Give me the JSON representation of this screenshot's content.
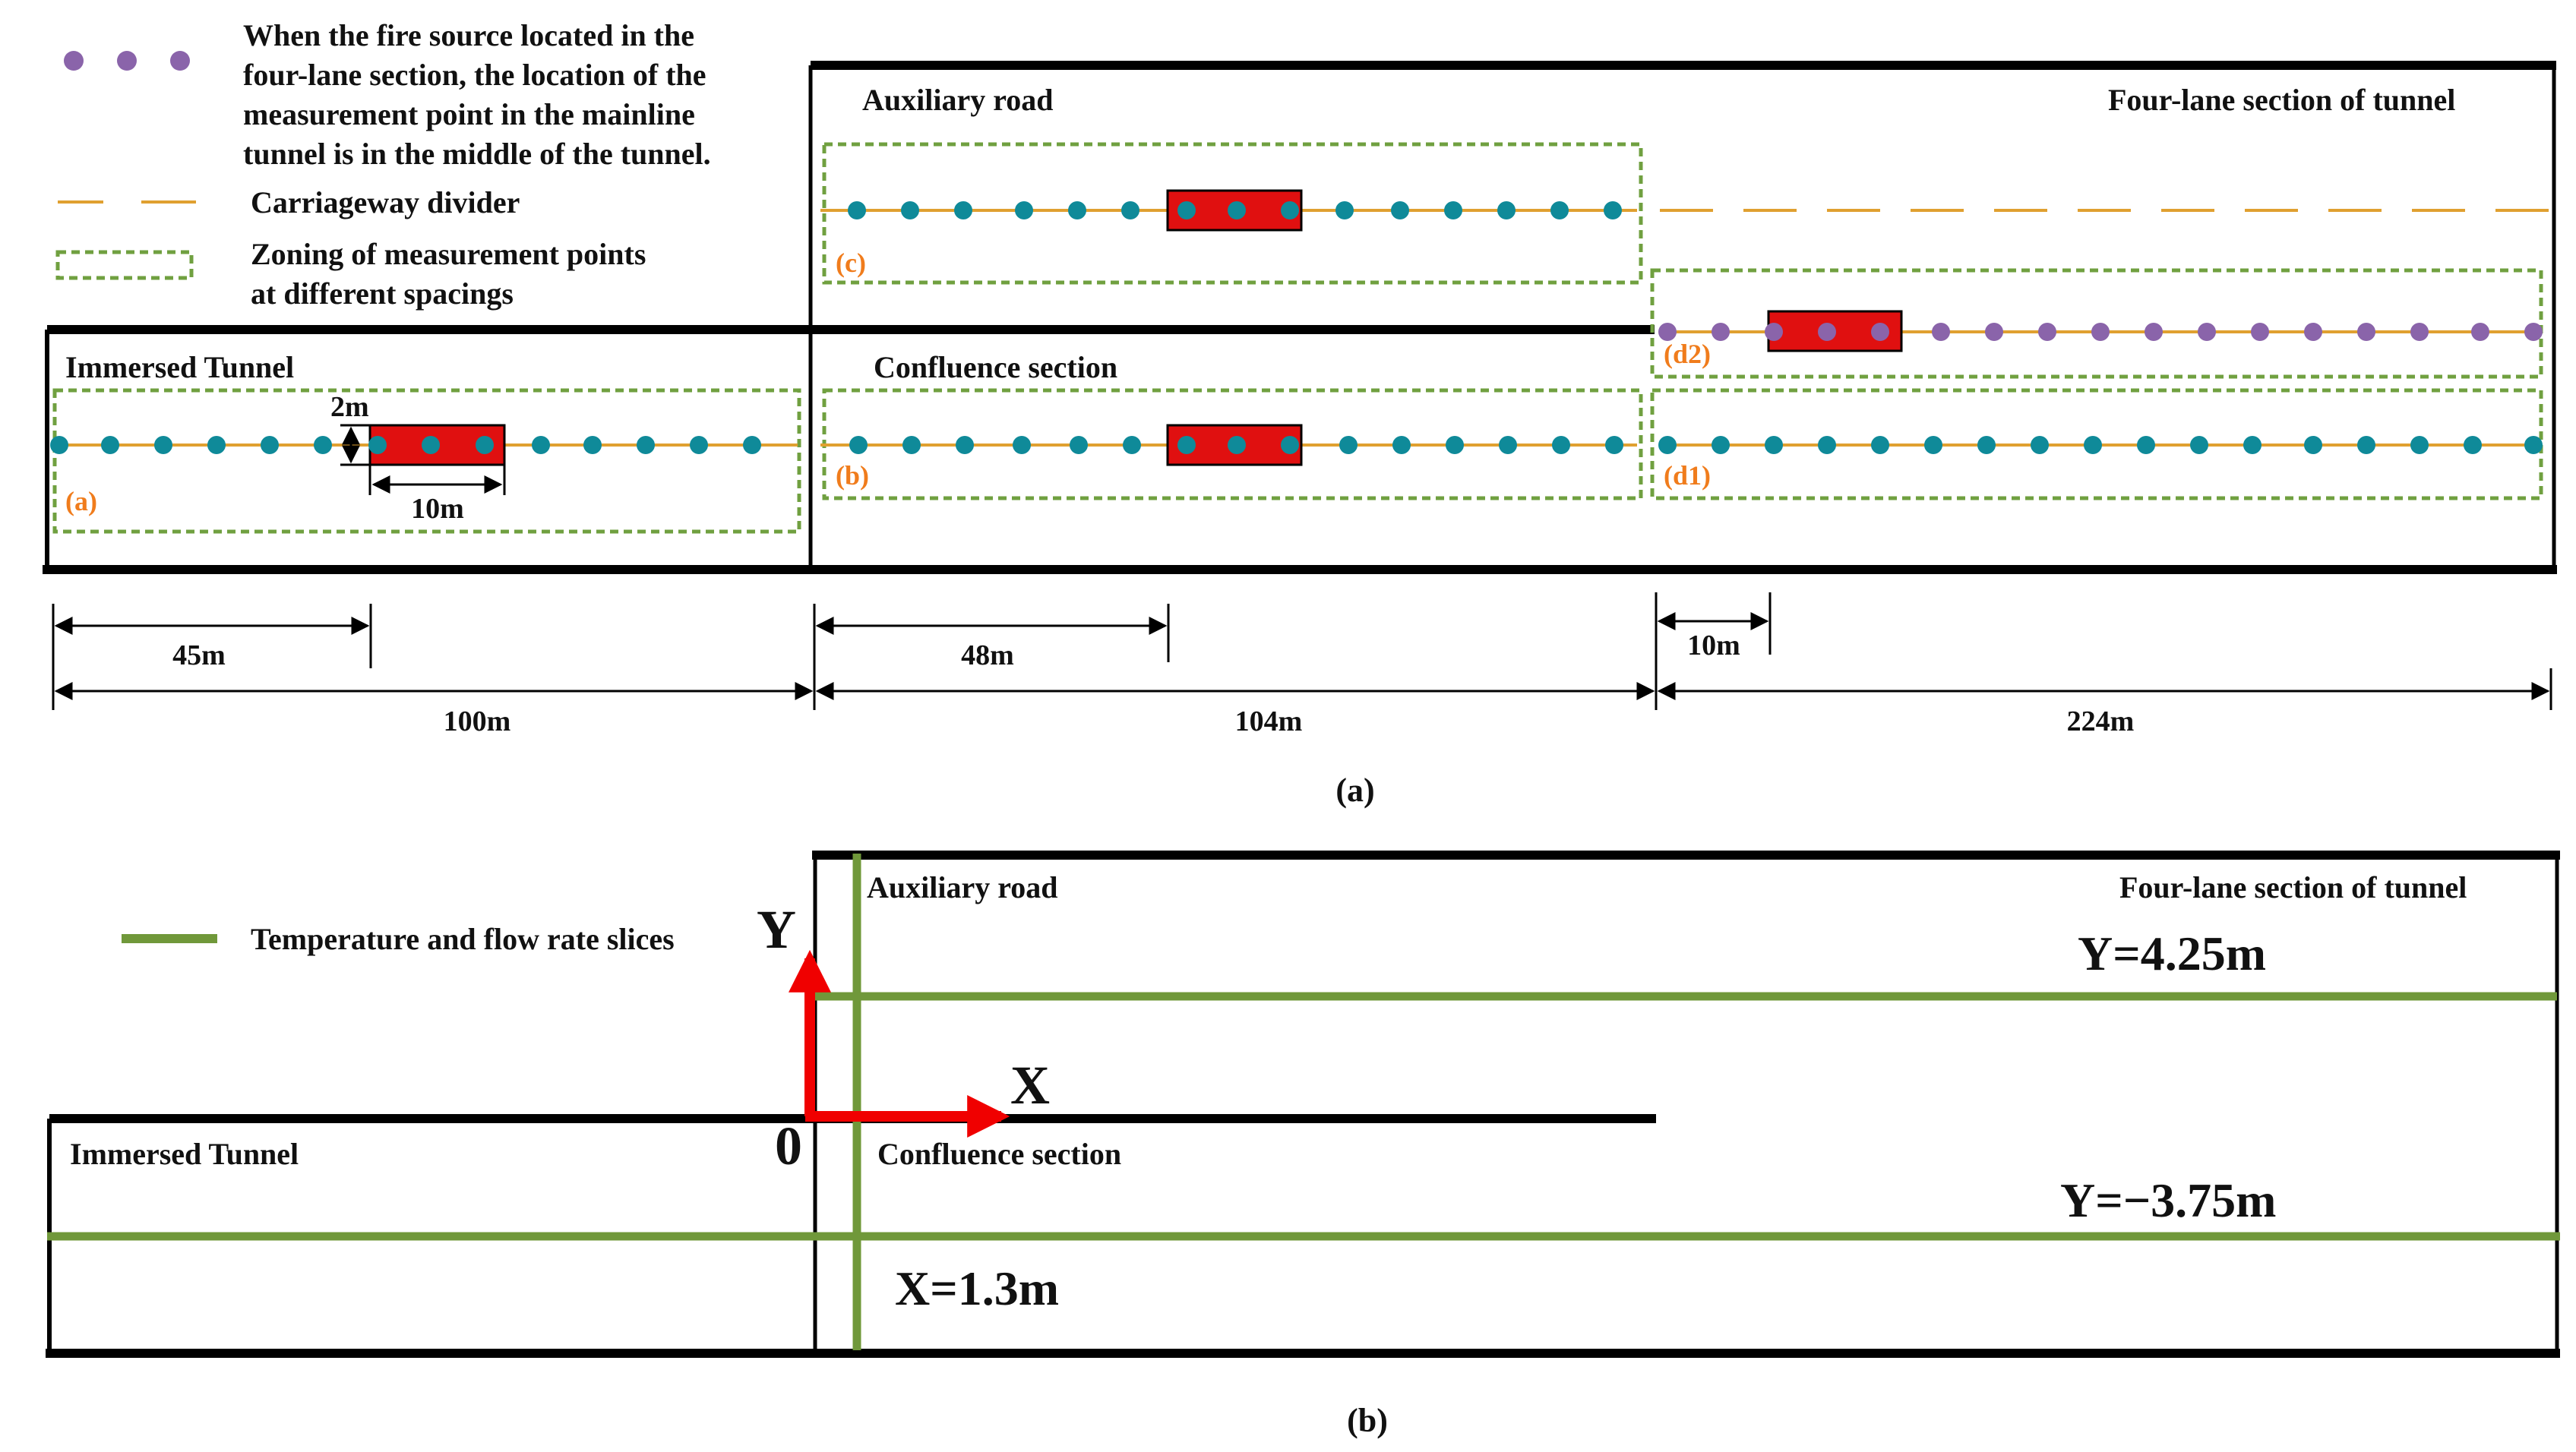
{
  "colors": {
    "wall": "#000000",
    "divider": "#e0a030",
    "teal_point": "#0f8a99",
    "purple_point": "#8a64aa",
    "fire": "#e01010",
    "zone_border": "#70a040",
    "zone_label": "#f07c1c",
    "slice": "#70983a",
    "axis": "#f00000"
  },
  "panel_a": {
    "legend": {
      "purple_line1": "When the fire source located in the",
      "purple_line2": "four-lane section, the location of the",
      "purple_line3": "measurement point in the mainline",
      "purple_line4": "tunnel is in the middle of the tunnel.",
      "divider": "Carriageway divider",
      "zoning_line1": "Zoning of measurement points",
      "zoning_line2": "at different spacings"
    },
    "labels": {
      "auxiliary_road": "Auxiliary road",
      "four_lane": "Four-lane section of tunnel",
      "immersed": "Immersed Tunnel",
      "confluence": "Confluence section"
    },
    "zones": {
      "a": "(a)",
      "b": "(b)",
      "c": "(c)",
      "d1": "(d1)",
      "d2": "(d2)"
    },
    "dimensions": {
      "fire_height": "2m",
      "fire_length": "10m",
      "d45": "45m",
      "d100": "100m",
      "d48": "48m",
      "d104": "104m",
      "d10": "10m",
      "d224": "224m"
    },
    "caption": "(a)"
  },
  "panel_b": {
    "legend": {
      "slices": "Temperature and flow rate slices"
    },
    "labels": {
      "auxiliary_road": "Auxiliary road",
      "four_lane": "Four-lane section of tunnel",
      "immersed": "Immersed Tunnel",
      "confluence": "Confluence section"
    },
    "axes": {
      "y": "Y",
      "x": "X",
      "origin": "0"
    },
    "slices": {
      "y_top": "Y=4.25m",
      "y_bottom": "Y=−3.75m",
      "x_slice": "X=1.3m"
    },
    "caption": "(b)"
  }
}
